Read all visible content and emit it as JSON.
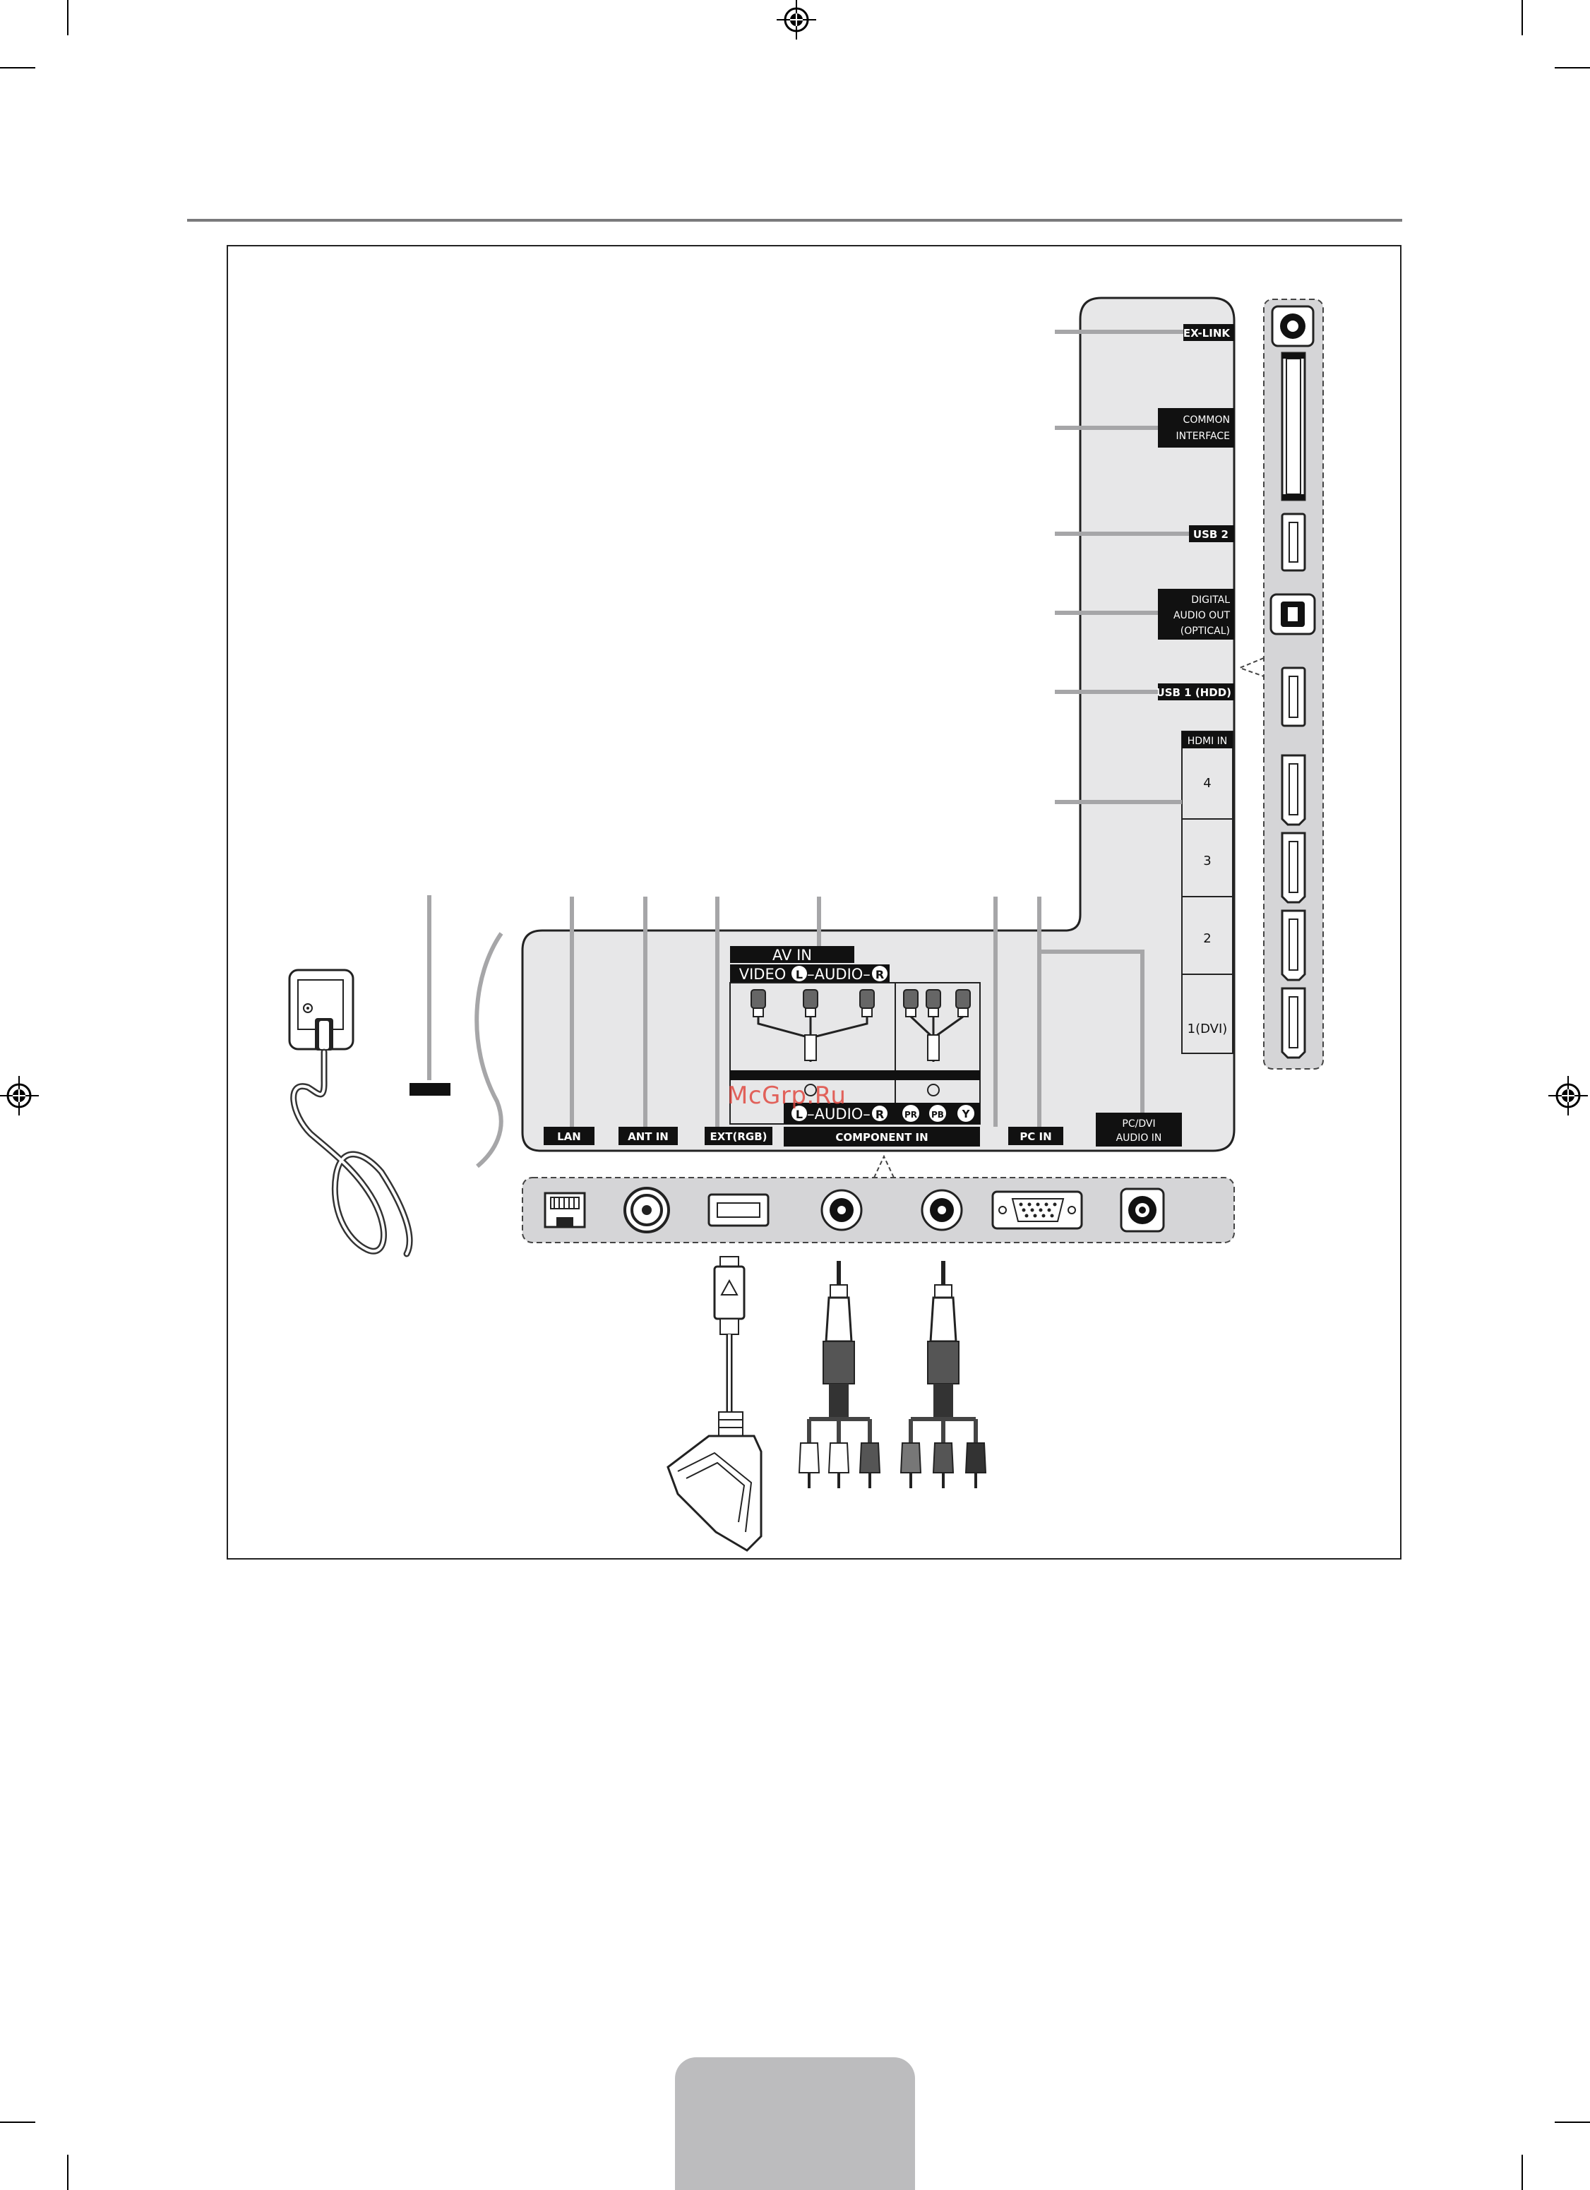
{
  "watermark": "McGrp.Ru",
  "side_panel": {
    "labels": {
      "ex_link": "EX-LINK",
      "common_interface": [
        "COMMON",
        "INTERFACE"
      ],
      "usb2": "USB 2",
      "digital_audio_out": [
        "DIGITAL",
        "AUDIO OUT",
        "(OPTICAL)"
      ],
      "usb1": "USB 1 (HDD)"
    },
    "hdmi": {
      "title": "HDMI IN",
      "ports": [
        "4",
        "3",
        "2",
        "1(DVI)"
      ]
    }
  },
  "bottom_panel": {
    "av_in": {
      "title": "AV IN",
      "video": "VIDEO",
      "audio_left": "L",
      "audio_word": "–AUDIO–",
      "audio_right": "R"
    },
    "component": {
      "audio_left": "L",
      "audio_word": "–AUDIO–",
      "audio_right": "R",
      "pr": "PR",
      "pb": "PB",
      "y": "Y",
      "title": "COMPONENT IN"
    },
    "labels": {
      "lan": "LAN",
      "ant_in": "ANT IN",
      "ext_rgb": "EXT(RGB)",
      "pc_in": "PC IN",
      "pc_dvi_audio_in": [
        "PC/DVI",
        "AUDIO IN"
      ]
    }
  },
  "colors": {
    "panel_fill": "#e7e7e8",
    "port_strip": "#d5d5d7",
    "label_bg": "#111111",
    "leader": "#a6a6a8",
    "page_tab": "#bcbcbe"
  }
}
